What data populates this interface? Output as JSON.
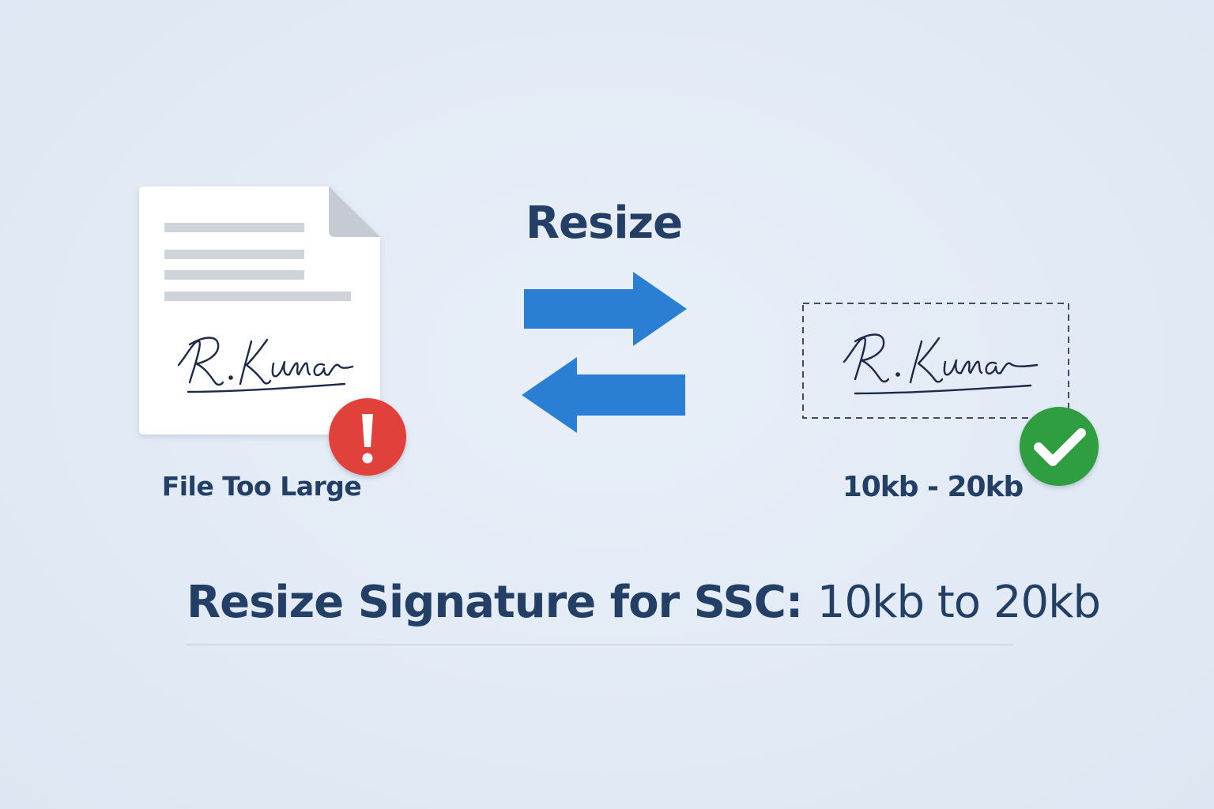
{
  "flow": {
    "action_label": "Resize"
  },
  "source": {
    "signature_text": "R. Kumar",
    "status_label": "File Too Large",
    "status_icon": "exclamation-icon",
    "status_color": "#e0433a"
  },
  "result": {
    "signature_text": "R. Kumar",
    "size_label": "10kb - 20kb",
    "status_icon": "checkmark-icon",
    "status_color": "#2e9e41"
  },
  "footer": {
    "title_bold": "Resize Signature for SSC:",
    "title_light": "10kb to 20kb"
  },
  "colors": {
    "arrow": "#2a7fd4",
    "text": "#233f66",
    "document": "#ffffff",
    "document_lines": "#cfd3da"
  }
}
